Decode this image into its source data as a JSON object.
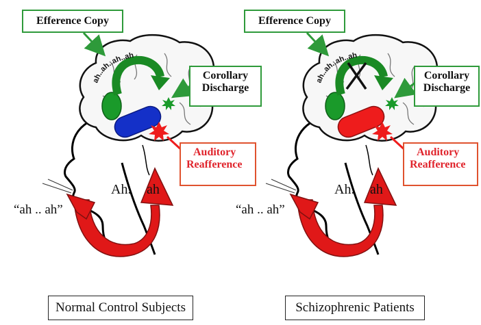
{
  "panels": [
    {
      "efference": "Efference Copy",
      "corollary_line1": "Corollary",
      "corollary_line2": "Discharge",
      "auditory_line1": "Auditory",
      "auditory_line2": "Reafference",
      "inner_speech": "ah..ah..ah..ah",
      "head_ah": "Ah.",
      "arrow_ah": "ah",
      "outer_speech": "“ah .. ah”",
      "caption": "Normal Control Subjects",
      "auditory_cortex_color": "#1430c8"
    },
    {
      "efference": "Efference Copy",
      "corollary_line1": "Corollary",
      "corollary_line2": "Discharge",
      "auditory_line1": "Auditory",
      "auditory_line2": "Reafference",
      "inner_speech": "ah..ah..ah..ah",
      "head_ah": "Ah.",
      "arrow_ah": "ah",
      "outer_speech": "“ah .. ah”",
      "caption": "Schizophrenic Patients",
      "auditory_cortex_color": "#ee1c1c"
    }
  ]
}
